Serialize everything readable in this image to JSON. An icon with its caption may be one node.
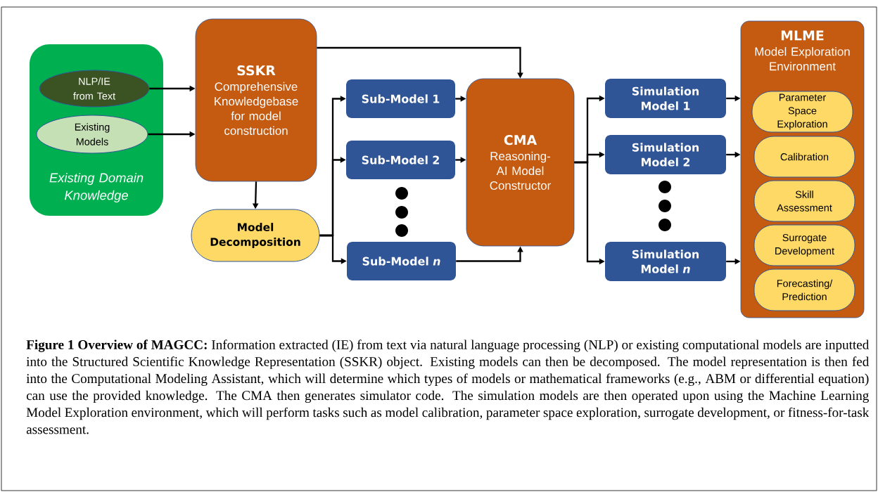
{
  "diagram": {
    "caption": "**Figure 1 Overview of MAGCC:** Information extracted (IE) from text via natural language processing (NLP) or existing computational models are inputted into the Structured Scientific Knowledge Representation (SSKR) object.  Existing models can then be decomposed.  The model representation is then fed into the Computational Modeling Assistant, which will determine which types of models or mathematical frameworks (e.g., ABM or differential equation) can use the provided knowledge.  The CMA then generates simulator code.  The simulation models are then operated upon using the Machine Learning Model Exploration environment, which will perform tasks such as model calibration, parameter space exploration, surrogate development, or fitness-for-task assessment.",
    "nodes": [
      {
        "text": [
          "Existing Domain Knowledge"
        ]
      },
      {
        "text": [
          "NLP/IE from Text"
        ],
        "in": 0
      },
      {
        "text": [
          "Existing Models"
        ],
        "in": 0
      },
      {
        "text": [
          "SSKR",
          "Comprehensive Knowledgebase for model construction"
        ]
      },
      {
        "text": [
          "Model Decomposition"
        ]
      },
      {
        "text": [
          "Sub-Model 1"
        ]
      },
      {
        "text": [
          "Sub-Model 2"
        ]
      },
      {
        "text": [
          "Sub-Model *n*"
        ]
      },
      {
        "text": [
          "CMA",
          "Reasoning-AI Model Constructor"
        ]
      },
      {
        "text": [
          "Simulation Model 1"
        ]
      },
      {
        "text": [
          "Simulation Model 2"
        ]
      },
      {
        "text": [
          "Simulation Model *n*"
        ]
      },
      {
        "text": [
          "MLME",
          "Model Exploration Environment"
        ]
      },
      {
        "text": [
          "Parameter Space Exploration"
        ],
        "in": 12
      },
      {
        "text": [
          "Calibration"
        ],
        "in": 12
      },
      {
        "text": [
          "Skill Assessment"
        ],
        "in": 12
      },
      {
        "text": [
          "Surrogate Development"
        ],
        "in": 12
      },
      {
        "text": [
          "Forecasting/ Prediction"
        ],
        "in": 12
      }
    ],
    "edges": [
      {
        "from": 1,
        "to": 3,
        "arrow": "to"
      },
      {
        "from": 2,
        "to": 3,
        "arrow": "to"
      },
      {
        "from": 3,
        "to": 8,
        "arrow": "to"
      },
      {
        "from": 3,
        "to": 4,
        "arrow": "to"
      },
      {
        "from": 4,
        "to": 5,
        "arrow": "to"
      },
      {
        "from": 4,
        "to": 6,
        "arrow": "to"
      },
      {
        "from": 4,
        "to": 7,
        "arrow": "to"
      },
      {
        "from": 5,
        "to": 8,
        "arrow": "to"
      },
      {
        "from": 6,
        "to": 8,
        "arrow": "to"
      },
      {
        "from": 7,
        "to": 8,
        "arrow": "to"
      },
      {
        "from": 8,
        "to": 9,
        "arrow": "to"
      },
      {
        "from": 8,
        "to": 10,
        "arrow": "to"
      },
      {
        "from": 8,
        "to": 11,
        "arrow": "to"
      },
      {
        "from": 9,
        "to": 12,
        "arrow": "to"
      },
      {
        "from": 10,
        "to": 12,
        "arrow": "to"
      },
      {
        "from": 11,
        "to": 12,
        "arrow": "to"
      }
    ]
  }
}
